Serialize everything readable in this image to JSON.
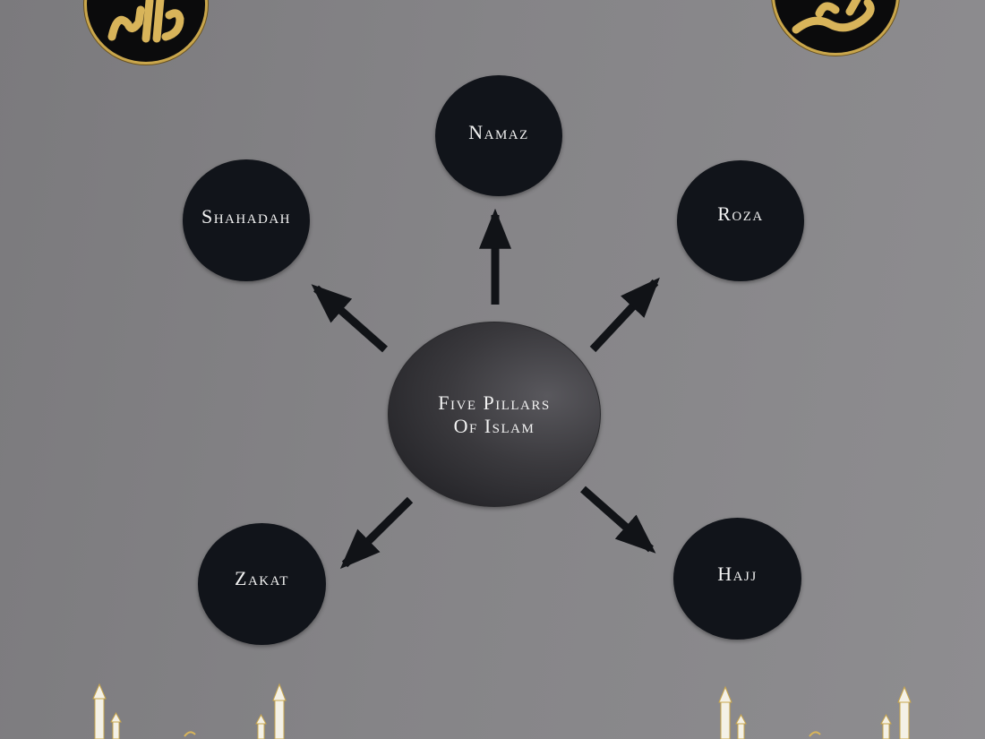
{
  "diagram": {
    "center": {
      "line1": "Five Pillars",
      "line2": "Of Islam"
    },
    "pillars": [
      {
        "label": "Namaz"
      },
      {
        "label": "Shahadah"
      },
      {
        "label": "Roza"
      },
      {
        "label": "Zakat"
      },
      {
        "label": "Hajj"
      }
    ]
  },
  "decor": {
    "left_medallion": "allah-calligraphy-icon",
    "right_medallion": "muhammad-calligraphy-icon",
    "bottom_ornament": "mosque-minarets-icon",
    "accent_gold": "#d8b45a",
    "node_color": "#11141a"
  }
}
